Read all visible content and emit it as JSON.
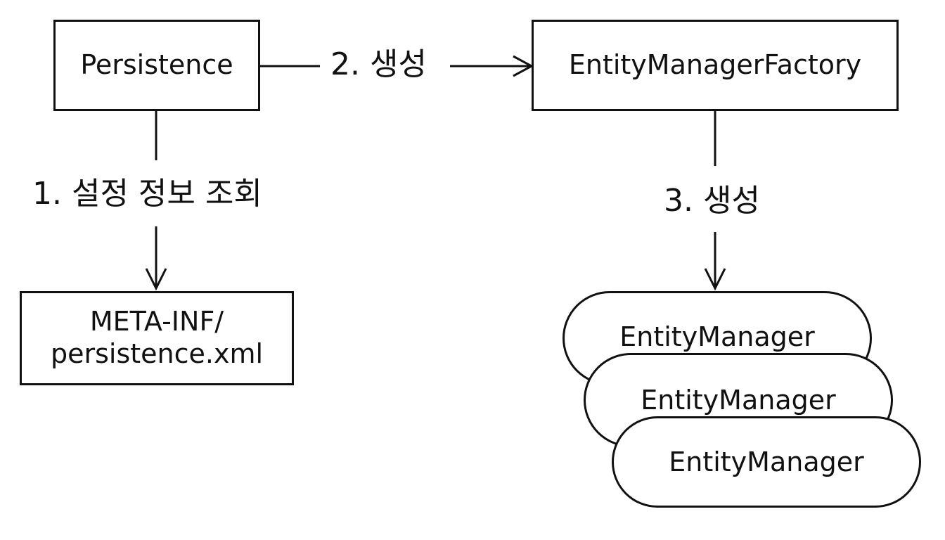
{
  "nodes": {
    "persistence": "Persistence",
    "emf": "EntityManagerFactory",
    "meta_inf": [
      "META-INF/",
      "persistence.xml"
    ],
    "entity_managers": [
      "EntityManager",
      "EntityManager",
      "EntityManager"
    ]
  },
  "edges": {
    "step1": "1. 설정 정보 조회",
    "step2": "2. 생성",
    "step3": "3. 생성"
  }
}
